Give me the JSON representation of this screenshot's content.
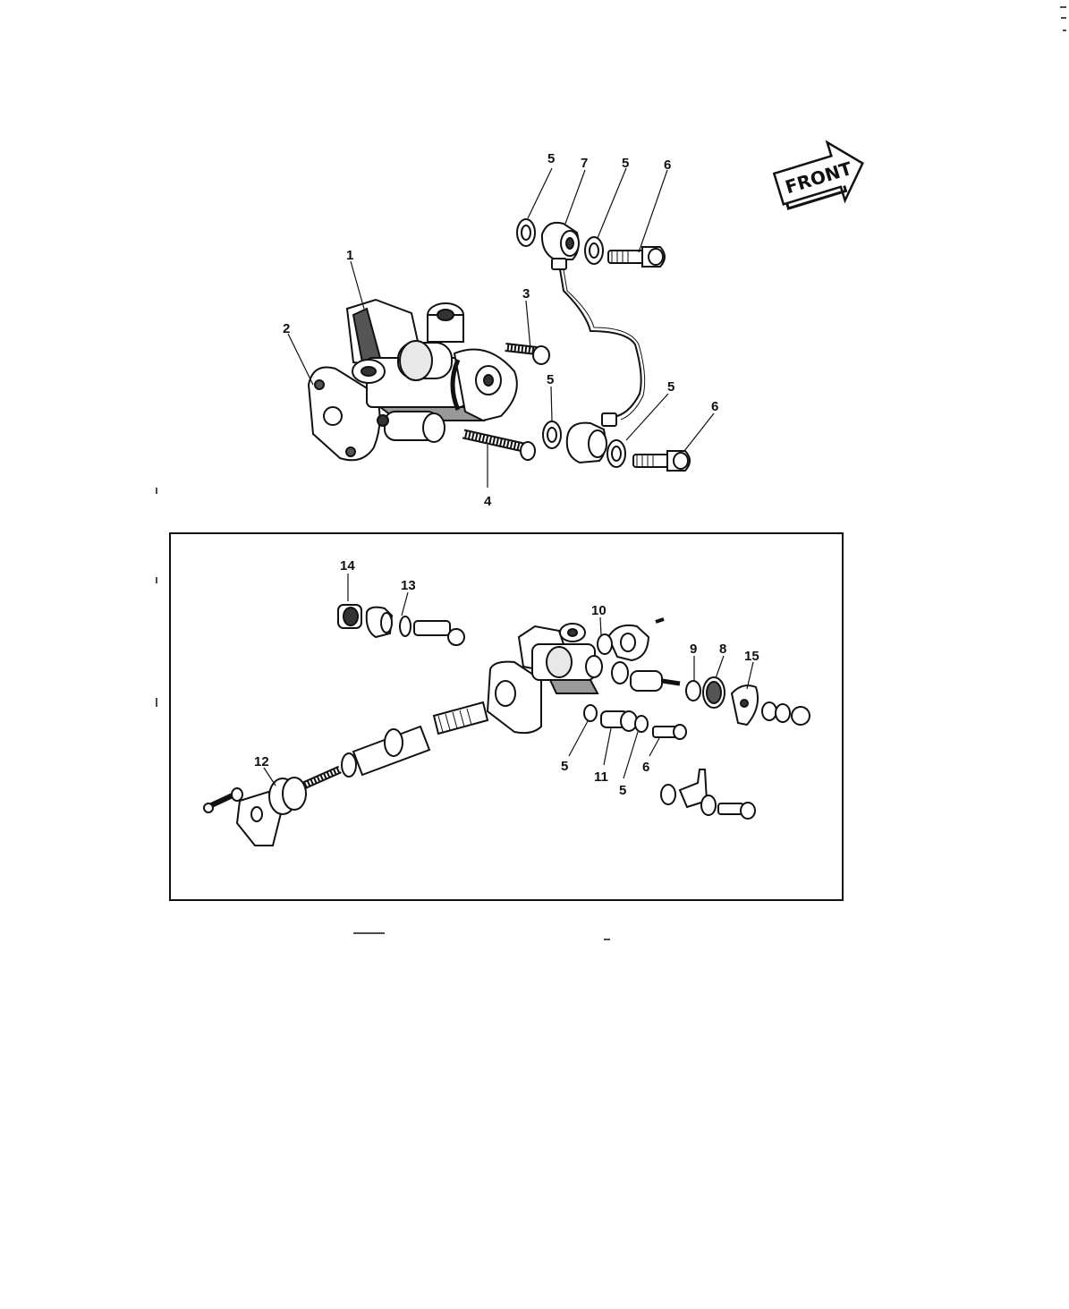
{
  "front_arrow": {
    "label": "FRONT"
  },
  "callouts": {
    "c1": "1",
    "c2": "2",
    "c3": "3",
    "c4": "4",
    "c5a": "5",
    "c7": "7",
    "c5b": "5",
    "c6a": "6",
    "c5c": "5",
    "c5d": "5",
    "c6b": "6",
    "c14": "14",
    "c13": "13",
    "c10": "10",
    "c9": "9",
    "c8": "8",
    "c15": "15",
    "c12": "12",
    "c5e": "5",
    "c11": "11",
    "c5f": "5",
    "c6c": "6"
  },
  "colors": {
    "ink": "#111111",
    "paper": "#ffffff",
    "shade": "#9a9a9a"
  }
}
